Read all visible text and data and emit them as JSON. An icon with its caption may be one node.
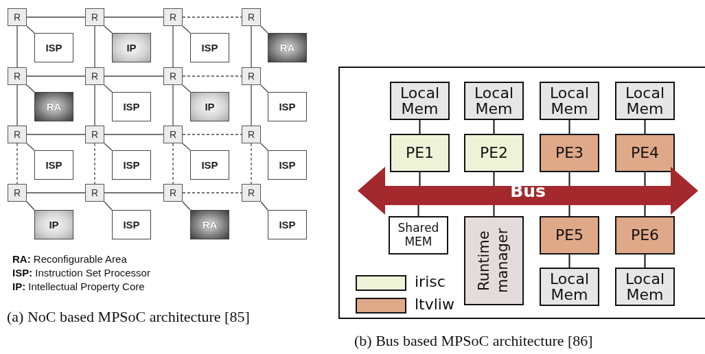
{
  "diagram": {
    "nodes": [
      {
        "text": [
          "R"
        ]
      },
      {
        "text": [
          "R"
        ]
      },
      {
        "text": [
          "R"
        ]
      },
      {
        "text": [
          "R"
        ]
      },
      {
        "text": [
          "ISP"
        ]
      },
      {
        "text": [
          "IP"
        ]
      },
      {
        "text": [
          "ISP"
        ]
      },
      {
        "text": [
          "RA"
        ]
      },
      {
        "text": [
          "R"
        ]
      },
      {
        "text": [
          "R"
        ]
      },
      {
        "text": [
          "R"
        ]
      },
      {
        "text": [
          "R"
        ]
      },
      {
        "text": [
          "RA"
        ]
      },
      {
        "text": [
          "ISP"
        ]
      },
      {
        "text": [
          "IP"
        ]
      },
      {
        "text": [
          "ISP"
        ]
      },
      {
        "text": [
          "R"
        ]
      },
      {
        "text": [
          "R"
        ]
      },
      {
        "text": [
          "R"
        ]
      },
      {
        "text": [
          "R"
        ]
      },
      {
        "text": [
          "ISP"
        ]
      },
      {
        "text": [
          "ISP"
        ]
      },
      {
        "text": [
          "ISP"
        ]
      },
      {
        "text": [
          "ISP"
        ]
      },
      {
        "text": [
          "R"
        ]
      },
      {
        "text": [
          "R"
        ]
      },
      {
        "text": [
          "R"
        ]
      },
      {
        "text": [
          "R"
        ]
      },
      {
        "text": [
          "IP"
        ]
      },
      {
        "text": [
          "ISP"
        ]
      },
      {
        "text": [
          "RA"
        ]
      },
      {
        "text": [
          "ISP"
        ]
      },
      {
        "text": [
          "Local Mem"
        ]
      },
      {
        "text": [
          "Local Mem"
        ]
      },
      {
        "text": [
          "Local Mem"
        ]
      },
      {
        "text": [
          "Local Mem"
        ]
      },
      {
        "text": [
          "PE1"
        ]
      },
      {
        "text": [
          "PE2"
        ]
      },
      {
        "text": [
          "PE3"
        ]
      },
      {
        "text": [
          "PE4"
        ]
      },
      {
        "text": [
          "Bus"
        ]
      },
      {
        "text": [
          "Shared MEM"
        ]
      },
      {
        "text": [
          "Runtime manager"
        ]
      },
      {
        "text": [
          "PE5"
        ]
      },
      {
        "text": [
          "PE6"
        ]
      },
      {
        "text": [
          "Local Mem"
        ]
      },
      {
        "text": [
          "Local Mem"
        ]
      }
    ],
    "edges": [
      {
        "from": 0,
        "to": 1,
        "arrow": "none"
      },
      {
        "from": 1,
        "to": 2,
        "arrow": "none"
      },
      {
        "from": 2,
        "to": 3,
        "arrow": "none",
        "style": "dashed"
      },
      {
        "from": 8,
        "to": 9,
        "arrow": "none"
      },
      {
        "from": 9,
        "to": 10,
        "arrow": "none"
      },
      {
        "from": 10,
        "to": 11,
        "arrow": "none",
        "style": "dashed"
      },
      {
        "from": 16,
        "to": 17,
        "arrow": "none"
      },
      {
        "from": 17,
        "to": 18,
        "arrow": "none"
      },
      {
        "from": 18,
        "to": 19,
        "arrow": "none",
        "style": "dashed"
      },
      {
        "from": 24,
        "to": 25,
        "arrow": "none"
      },
      {
        "from": 25,
        "to": 26,
        "arrow": "none"
      },
      {
        "from": 26,
        "to": 27,
        "arrow": "none",
        "style": "dashed"
      },
      {
        "from": 0,
        "to": 8,
        "arrow": "none"
      },
      {
        "from": 1,
        "to": 9,
        "arrow": "none"
      },
      {
        "from": 2,
        "to": 10,
        "arrow": "none"
      },
      {
        "from": 3,
        "to": 11,
        "arrow": "none"
      },
      {
        "from": 8,
        "to": 16,
        "arrow": "none"
      },
      {
        "from": 9,
        "to": 17,
        "arrow": "none"
      },
      {
        "from": 10,
        "to": 18,
        "arrow": "none"
      },
      {
        "from": 11,
        "to": 19,
        "arrow": "none"
      },
      {
        "from": 16,
        "to": 24,
        "arrow": "none",
        "style": "dashed"
      },
      {
        "from": 17,
        "to": 25,
        "arrow": "none",
        "style": "dashed"
      },
      {
        "from": 18,
        "to": 26,
        "arrow": "none",
        "style": "dashed"
      },
      {
        "from": 19,
        "to": 27,
        "arrow": "none",
        "style": "dashed"
      },
      {
        "from": 0,
        "to": 4,
        "arrow": "none"
      },
      {
        "from": 1,
        "to": 5,
        "arrow": "none"
      },
      {
        "from": 2,
        "to": 6,
        "arrow": "none"
      },
      {
        "from": 3,
        "to": 7,
        "arrow": "none"
      },
      {
        "from": 8,
        "to": 12,
        "arrow": "none"
      },
      {
        "from": 9,
        "to": 13,
        "arrow": "none"
      },
      {
        "from": 10,
        "to": 14,
        "arrow": "none"
      },
      {
        "from": 11,
        "to": 15,
        "arrow": "none"
      },
      {
        "from": 16,
        "to": 20,
        "arrow": "none"
      },
      {
        "from": 17,
        "to": 21,
        "arrow": "none"
      },
      {
        "from": 18,
        "to": 22,
        "arrow": "none"
      },
      {
        "from": 19,
        "to": 23,
        "arrow": "none"
      },
      {
        "from": 24,
        "to": 28,
        "arrow": "none"
      },
      {
        "from": 25,
        "to": 29,
        "arrow": "none"
      },
      {
        "from": 26,
        "to": 30,
        "arrow": "none"
      },
      {
        "from": 27,
        "to": 31,
        "arrow": "none"
      },
      {
        "from": 32,
        "to": 36,
        "arrow": "none"
      },
      {
        "from": 33,
        "to": 37,
        "arrow": "none"
      },
      {
        "from": 34,
        "to": 38,
        "arrow": "none"
      },
      {
        "from": 35,
        "to": 39,
        "arrow": "none"
      },
      {
        "from": 36,
        "to": 40,
        "arrow": "none"
      },
      {
        "from": 37,
        "to": 40,
        "arrow": "none"
      },
      {
        "from": 38,
        "to": 40,
        "arrow": "none"
      },
      {
        "from": 39,
        "to": 40,
        "arrow": "none"
      },
      {
        "from": 40,
        "to": 41,
        "arrow": "none"
      },
      {
        "from": 40,
        "to": 42,
        "arrow": "none"
      },
      {
        "from": 40,
        "to": 43,
        "arrow": "none"
      },
      {
        "from": 40,
        "to": 44,
        "arrow": "none"
      },
      {
        "from": 43,
        "to": 45,
        "arrow": "none"
      },
      {
        "from": 44,
        "to": 46,
        "arrow": "none"
      }
    ],
    "labels": [
      "**RA:** Reconfigurable Area",
      "**ISP:** Instruction Set Processor",
      "**IP:** Intellectual Property Core",
      "(a) NoC based MPSoC architecture [85]",
      "(b) Bus based MPSoC architecture [86]"
    ],
    "legend": [
      {
        "text": "irisc",
        "color": "#eef3d8"
      },
      {
        "text": "ltvliw",
        "color": "#dfa989"
      }
    ]
  }
}
